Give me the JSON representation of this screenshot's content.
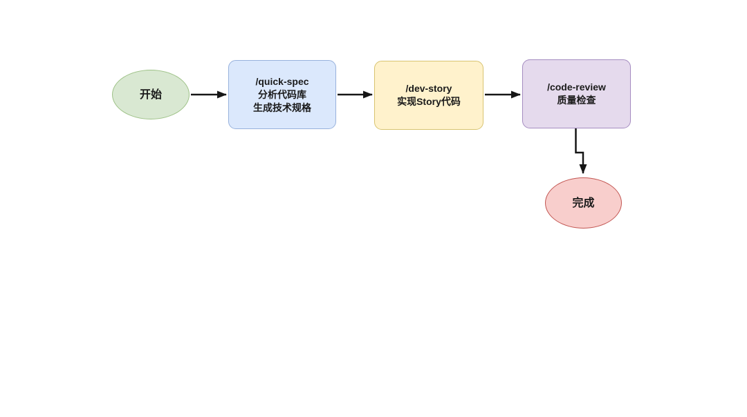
{
  "diagram": {
    "title": "command workflow flowchart",
    "background_color": "#ffffff",
    "text_color": "#1a1a1a",
    "arrow_color": "#161616",
    "nodes": {
      "start": {
        "shape": "ellipse",
        "label": "开始",
        "fill": "#d9e8d2",
        "stroke": "#9dc186"
      },
      "quick_spec": {
        "shape": "rounded-rect",
        "lines": [
          "/quick-spec",
          "分析代码库",
          "生成技术规格"
        ],
        "fill": "#dbe8fc",
        "stroke": "#97b1dc"
      },
      "dev_story": {
        "shape": "rounded-rect",
        "lines": [
          "/dev-story",
          "实现Story代码"
        ],
        "fill": "#fff2cc",
        "stroke": "#d8c36f"
      },
      "code_review": {
        "shape": "rounded-rect",
        "lines": [
          "/code-review",
          "质量检查"
        ],
        "fill": "#e5daed",
        "stroke": "#a48bc0"
      },
      "done": {
        "shape": "ellipse",
        "label": "完成",
        "fill": "#f8cecc",
        "stroke": "#c25551"
      }
    },
    "edges": [
      {
        "from": "start",
        "to": "quick_spec",
        "type": "straight"
      },
      {
        "from": "quick_spec",
        "to": "dev_story",
        "type": "straight"
      },
      {
        "from": "dev_story",
        "to": "code_review",
        "type": "straight"
      },
      {
        "from": "code_review",
        "to": "done",
        "type": "elbow"
      }
    ]
  }
}
